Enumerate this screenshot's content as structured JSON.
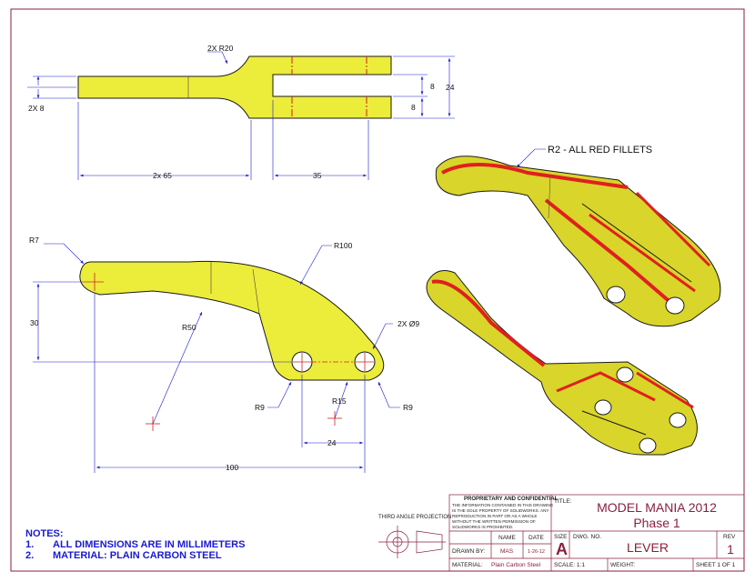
{
  "callouts": {
    "top_radius": "2X R20",
    "thickness_8": "2X 8",
    "width_65": "2x 65",
    "width_35": "35",
    "slot_8a": "8",
    "slot_8b": "8",
    "overall_24": "24",
    "r7": "R7",
    "r100": "R100",
    "dim_30": "30",
    "r50": "R50",
    "hole_dia": "2X Ø9",
    "r9_left": "R9",
    "r15": "R15",
    "r9_right": "R9",
    "dim_24": "24",
    "dim_100": "100",
    "fillets": "R2 - ALL RED FILLETS"
  },
  "notes": {
    "heading": "NOTES:",
    "items": [
      {
        "num": "1.",
        "text": "ALL DIMENSIONS ARE IN MILLIMETERS"
      },
      {
        "num": "2.",
        "text": "MATERIAL: PLAIN CARBON STEEL"
      }
    ]
  },
  "title_block": {
    "projection": "THIRD ANGLE PROJECTION",
    "proprietary_heading": "PROPRIETARY AND CONFIDENTIAL",
    "proprietary_lines": [
      "THE INFORMATION CONTAINED IN THIS DRAWING",
      "IS THE SOLE PROPERTY OF SOLIDWORKS. ANY",
      "REPRODUCTION IN PART OR AS A WHOLE",
      "WITHOUT THE WRITTEN PERMISSION OF",
      "SOLIDWORKS IS PROHIBITED."
    ],
    "name_label": "NAME",
    "date_label": "DATE",
    "drawn_by_label": "DRAWN BY:",
    "drawn_by": "MAS",
    "date": "1-26-12",
    "material_label": "MATERIAL:",
    "material": "Plain Carbon Steel",
    "title_label": "TITLE:",
    "title_line1": "MODEL MANIA 2012",
    "title_line2": "Phase 1",
    "size_label": "SIZE",
    "size": "A",
    "dwg_no_label": "DWG.  NO.",
    "dwg_no": "LEVER",
    "rev_label": "REV",
    "rev": "1",
    "scale": "SCALE: 1:1",
    "weight": "WEIGHT:",
    "sheet": "SHEET 1 OF 1"
  },
  "colors": {
    "part_fill": "#ecec3a",
    "part_stroke": "#1a1a1a",
    "fillet_red": "#e02020",
    "dim_line": "#1a1ad0",
    "border": "#8a1f3c"
  }
}
